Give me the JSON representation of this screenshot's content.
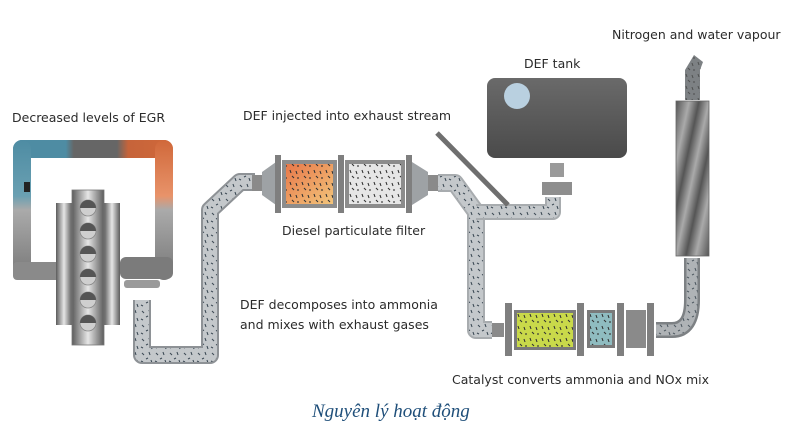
{
  "diagram": {
    "labels": {
      "egr": "Decreased levels of EGR",
      "def_injected": "DEF injected into exhaust stream",
      "def_tank": "DEF tank",
      "nitrogen": "Nitrogen and water vapour",
      "dpf": "Diesel particulate filter",
      "def_decomposes_line1": "DEF decomposes into ammonia",
      "def_decomposes_line2": "and mixes with exhaust gases",
      "catalyst": "Catalyst converts ammonia and NOx mix"
    },
    "caption": "Nguyên lý hoạt động",
    "components": [
      {
        "name": "engine",
        "cylinders": 6
      },
      {
        "name": "egr-loop"
      },
      {
        "name": "diesel-particulate-filter"
      },
      {
        "name": "def-tank"
      },
      {
        "name": "def-injector"
      },
      {
        "name": "scr-catalyst"
      },
      {
        "name": "muffler"
      },
      {
        "name": "tailpipe"
      }
    ],
    "colors": {
      "egr_cool": "#4e8ca3",
      "egr_hot": "#d0683a",
      "dpf_hot": "#e98a55",
      "catalyst": "#c9d94a",
      "catalyst_secondary": "#8fbcc0",
      "tank": "#5a5a5a",
      "tank_gauge": "#b9d0e0",
      "pipe": "#b8bcbf",
      "caption": "#1f4f7a"
    }
  }
}
